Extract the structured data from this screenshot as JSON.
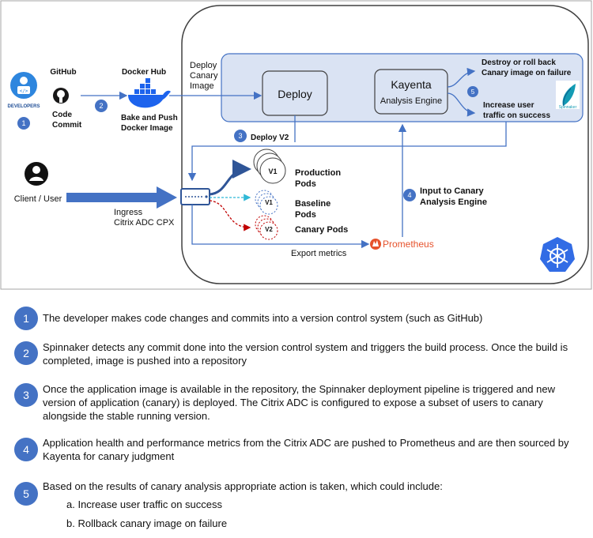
{
  "diagram": {
    "labels": {
      "developers": "DEVELOPERS",
      "github": "GitHub",
      "code_commit_1": "Code",
      "code_commit_2": "Commit",
      "docker_hub": "Docker Hub",
      "bake_push_1": "Bake and Push",
      "bake_push_2": "Docker Image",
      "deploy_canary_1": "Deploy",
      "deploy_canary_2": "Canary",
      "deploy_canary_3": "Image",
      "deploy_box": "Deploy",
      "kayenta_title": "Kayenta",
      "kayenta_sub": "Analysis Engine",
      "destroy_1": "Destroy or roll back",
      "destroy_2": "Canary image on failure",
      "increase_1": "Increase user",
      "increase_2": "traffic on success",
      "spinnaker": "Spinnaker",
      "deploy_v2": "Deploy V2",
      "client_user": "Client / User",
      "ingress_1": "Ingress",
      "ingress_2": "Citrix ADC CPX",
      "production_1": "Production",
      "production_2": "Pods",
      "baseline_1": "Baseline",
      "baseline_2": "Pods",
      "canary_pods": "Canary Pods",
      "v1": "V1",
      "v1b": "V1",
      "v2": "V2",
      "input_canary_1": "Input to Canary",
      "input_canary_2": "Analysis Engine",
      "prometheus": "Prometheus",
      "export_metrics": "Export metrics"
    },
    "badges": [
      "1",
      "2",
      "3",
      "4",
      "5"
    ],
    "colors": {
      "badge": "#4472c4",
      "pipeline_fill": "#dae3f3",
      "pipeline_stroke": "#4472c4",
      "prometheus": "#e6522c",
      "kubernetes": "#326ce5",
      "docker": "#1d63ed"
    },
    "icons": [
      "developer-icon",
      "github-icon",
      "docker-icon",
      "spinnaker-icon",
      "user-icon",
      "citrix-adc-icon",
      "prometheus-icon",
      "kubernetes-icon"
    ]
  },
  "steps": [
    {
      "num": "1",
      "text": "The developer makes code changes and commits into a version control system (such as GitHub)"
    },
    {
      "num": "2",
      "text": "Spinnaker detects any commit done into the version control system and triggers the build process. Once the build is completed, image is pushed into a repository"
    },
    {
      "num": "3",
      "text": "Once the application image is available in the repository, the Spinnaker deployment pipeline is triggered and new version of application (canary) is deployed. The Citrix ADC is configured to expose a subset of users to canary alongside the stable running version."
    },
    {
      "num": "4",
      "text": "Application health and performance metrics from the Citrix ADC are pushed to Prometheus and are then sourced by Kayenta for canary judgment"
    },
    {
      "num": "5",
      "text": "Based on the results of canary analysis appropriate action is taken, which could include:"
    }
  ],
  "sub_items": [
    "a.  Increase user traffic on success",
    "b.  Rollback canary image on failure"
  ]
}
